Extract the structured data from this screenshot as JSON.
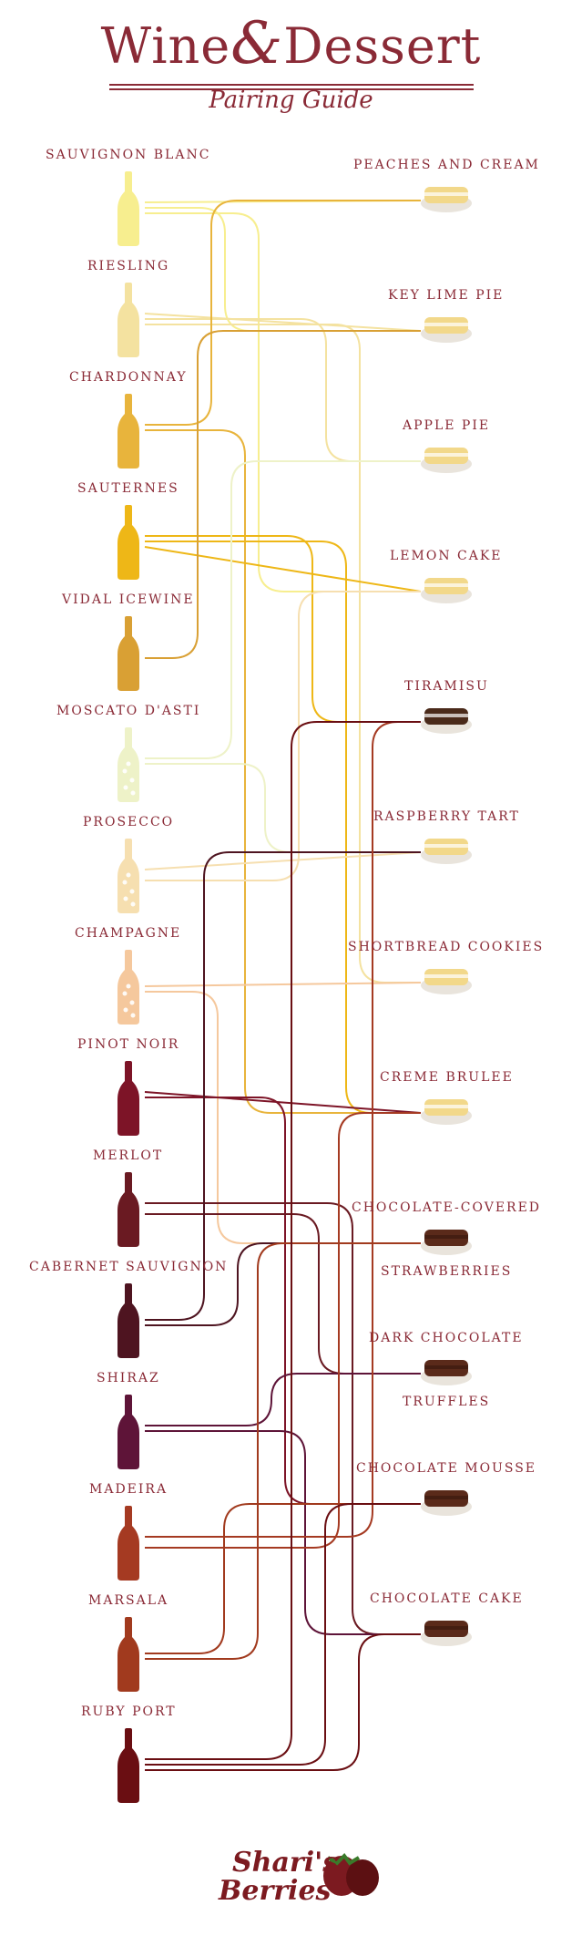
{
  "header": {
    "title_part1": "Wine",
    "title_amp": "&",
    "title_part2": "Dessert",
    "subtitle": "Pairing Guide"
  },
  "wines": [
    {
      "name": "SAUVIGNON BLANC",
      "color": "#f7ee8f"
    },
    {
      "name": "RIESLING",
      "color": "#f4e2a0"
    },
    {
      "name": "CHARDONNAY",
      "color": "#e8b43c"
    },
    {
      "name": "SAUTERNES",
      "color": "#eeb717"
    },
    {
      "name": "VIDAL ICEWINE",
      "color": "#d9a034"
    },
    {
      "name": "MOSCATO D'ASTI",
      "color": "#eef2c8"
    },
    {
      "name": "PROSECCO",
      "color": "#f6dfb0"
    },
    {
      "name": "CHAMPAGNE",
      "color": "#f5c89d"
    },
    {
      "name": "PINOT NOIR",
      "color": "#7d1427"
    },
    {
      "name": "MERLOT",
      "color": "#6a1a22"
    },
    {
      "name": "CABERNET SAUVIGNON",
      "color": "#4e1420"
    },
    {
      "name": "SHIRAZ",
      "color": "#5e1438"
    },
    {
      "name": "MADEIRA",
      "color": "#a53a22"
    },
    {
      "name": "MARSALA",
      "color": "#a13a1e"
    },
    {
      "name": "RUBY PORT",
      "color": "#6a0e12"
    }
  ],
  "desserts": [
    {
      "line1": "PEACHES AND CREAM",
      "line2": ""
    },
    {
      "line1": "KEY LIME PIE",
      "line2": ""
    },
    {
      "line1": "APPLE PIE",
      "line2": ""
    },
    {
      "line1": "LEMON CAKE",
      "line2": ""
    },
    {
      "line1": "TIRAMISU",
      "line2": ""
    },
    {
      "line1": "RASPBERRY TART",
      "line2": ""
    },
    {
      "line1": "SHORTBREAD COOKIES",
      "line2": ""
    },
    {
      "line1": "CREME BRULEE",
      "line2": ""
    },
    {
      "line1": "CHOCOLATE-COVERED",
      "line2": "STRAWBERRIES"
    },
    {
      "line1": "DARK CHOCOLATE",
      "line2": "TRUFFLES"
    },
    {
      "line1": "CHOCOLATE MOUSSE",
      "line2": ""
    },
    {
      "line1": "CHOCOLATE CAKE",
      "line2": ""
    }
  ],
  "pairings": [
    {
      "wine": 0,
      "dessert": 0
    },
    {
      "wine": 0,
      "dessert": 1
    },
    {
      "wine": 0,
      "dessert": 3
    },
    {
      "wine": 1,
      "dessert": 1
    },
    {
      "wine": 1,
      "dessert": 2
    },
    {
      "wine": 1,
      "dessert": 6
    },
    {
      "wine": 2,
      "dessert": 0
    },
    {
      "wine": 2,
      "dessert": 7
    },
    {
      "wine": 3,
      "dessert": 3
    },
    {
      "wine": 3,
      "dessert": 4
    },
    {
      "wine": 3,
      "dessert": 7
    },
    {
      "wine": 4,
      "dessert": 1
    },
    {
      "wine": 5,
      "dessert": 2
    },
    {
      "wine": 5,
      "dessert": 5
    },
    {
      "wine": 6,
      "dessert": 3
    },
    {
      "wine": 6,
      "dessert": 5
    },
    {
      "wine": 7,
      "dessert": 6
    },
    {
      "wine": 7,
      "dessert": 8
    },
    {
      "wine": 8,
      "dessert": 7
    },
    {
      "wine": 8,
      "dessert": 10
    },
    {
      "wine": 9,
      "dessert": 9
    },
    {
      "wine": 9,
      "dessert": 11
    },
    {
      "wine": 10,
      "dessert": 5
    },
    {
      "wine": 10,
      "dessert": 8
    },
    {
      "wine": 11,
      "dessert": 9
    },
    {
      "wine": 11,
      "dessert": 11
    },
    {
      "wine": 12,
      "dessert": 7
    },
    {
      "wine": 12,
      "dessert": 4
    },
    {
      "wine": 13,
      "dessert": 10
    },
    {
      "wine": 13,
      "dessert": 8
    },
    {
      "wine": 14,
      "dessert": 4
    },
    {
      "wine": 14,
      "dessert": 10
    },
    {
      "wine": 14,
      "dessert": 11
    }
  ],
  "brand": {
    "line1": "Shari's",
    "line2": "Berries",
    "color": "#7c1a20"
  }
}
